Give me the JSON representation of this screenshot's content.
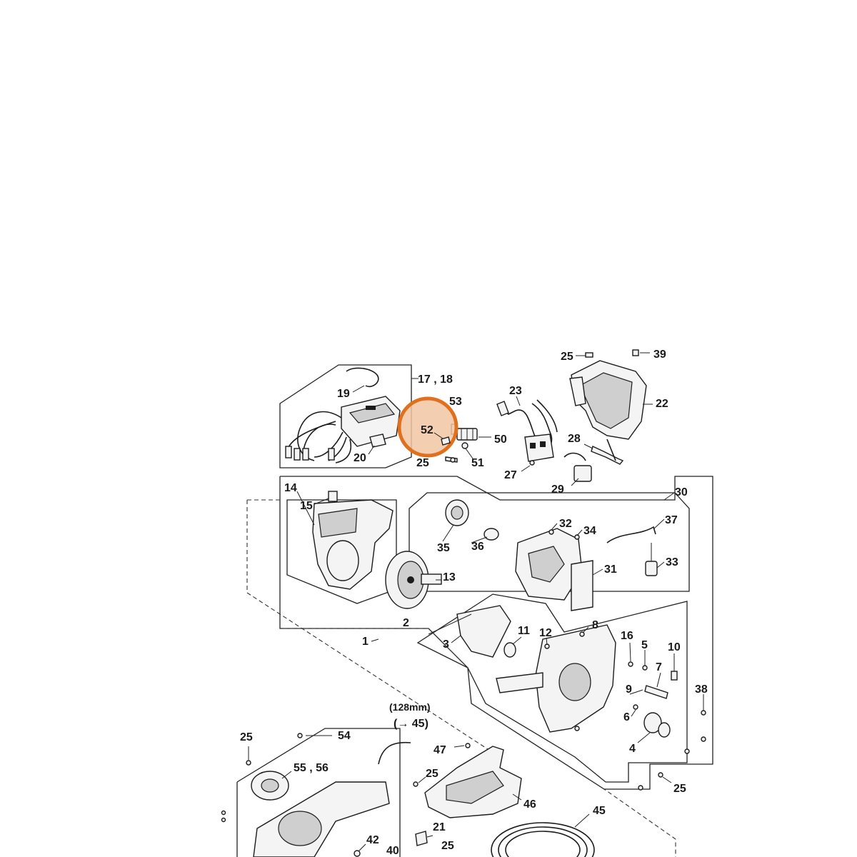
{
  "diagram": {
    "labels": {
      "l1": "1",
      "l2": "2",
      "l3": "3",
      "l4": "4",
      "l5": "5",
      "l6": "6",
      "l7": "7",
      "l8": "8",
      "l9": "9",
      "l10": "10",
      "l11": "11",
      "l12": "12",
      "l13": "13",
      "l14": "14",
      "l15": "15",
      "l16": "16",
      "l17_18": "17 , 18",
      "l19": "19",
      "l20": "20",
      "l21": "21",
      "l22": "22",
      "l23": "23",
      "l25a": "25",
      "l25b": "25",
      "l25c": "25",
      "l25d": "25",
      "l25e": "25",
      "l25f": "25",
      "l27": "27",
      "l28": "28",
      "l29": "29",
      "l30": "30",
      "l31": "31",
      "l32": "32",
      "l33": "33",
      "l34": "34",
      "l35": "35",
      "l36": "36",
      "l37": "37",
      "l38": "38",
      "l39": "39",
      "l40": "40",
      "l42": "42",
      "l45": "45",
      "l46": "46",
      "l47": "47",
      "l50": "50",
      "l51": "51",
      "l52": "52",
      "l53": "53",
      "l54": "54",
      "l55_56": "55 , 56",
      "note_len": "(128mm)",
      "note_ref": "(→ 45)"
    },
    "highlight": {
      "part": "52",
      "color": "#e0701e",
      "fill": "#f1c6a3"
    }
  }
}
